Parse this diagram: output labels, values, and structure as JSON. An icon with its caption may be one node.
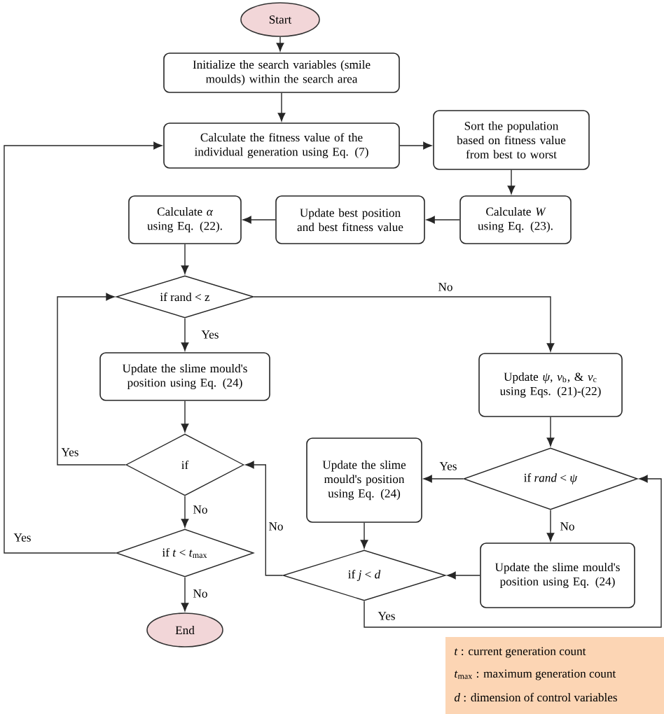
{
  "diagram": {
    "nodes": [
      {
        "text": [
          "Start"
        ]
      },
      {
        "text": [
          "Initialize the search variables (smile moulds) within the search area"
        ]
      },
      {
        "text": [
          "Calculate the fitness value of the individual generation using Eq. (7)"
        ]
      },
      {
        "text": [
          "Sort the population based on fitness value from best to worst"
        ]
      },
      {
        "text": [
          "Calculate *W* using Eq. (23)."
        ]
      },
      {
        "text": [
          "Update best position and best fitness value"
        ]
      },
      {
        "text": [
          "Calculate *α* using Eq. (22)."
        ]
      },
      {
        "text": [
          "if rand < z"
        ]
      },
      {
        "text": [
          "Update the slime mould's position using Eq. (24)"
        ]
      },
      {
        "text": [
          "if"
        ]
      },
      {
        "text": [
          "if *t* < *t*$_{max}$"
        ]
      },
      {
        "text": [
          "End"
        ]
      },
      {
        "text": [
          "Update *ψ*, *v*$_{b}$, & *v*$_{c}$ using Eqs. (21)-(22)"
        ]
      },
      {
        "text": [
          "if *rand* < *ψ*"
        ]
      },
      {
        "text": [
          "Update the slime mould's position using Eq. (24)"
        ]
      },
      {
        "text": [
          "if *j* < *d*"
        ]
      },
      {
        "text": [
          "Update the slime mould's position using Eq. (24)"
        ]
      }
    ],
    "edges": [
      {
        "from": 0,
        "to": 1,
        "arrow": "to"
      },
      {
        "from": 1,
        "to": 2,
        "arrow": "to"
      },
      {
        "from": 2,
        "to": 3,
        "arrow": "to"
      },
      {
        "from": 3,
        "to": 4,
        "arrow": "to"
      },
      {
        "from": 4,
        "to": 5,
        "arrow": "to"
      },
      {
        "from": 5,
        "to": 6,
        "arrow": "to"
      },
      {
        "from": 6,
        "to": 7,
        "arrow": "to"
      },
      {
        "from": 7,
        "to": 8,
        "arrow": "to",
        "label": "Yes"
      },
      {
        "from": 7,
        "to": 12,
        "arrow": "to",
        "label": "No"
      },
      {
        "from": 8,
        "to": 9,
        "arrow": "to"
      },
      {
        "from": 9,
        "to": 7,
        "arrow": "to",
        "label": "Yes"
      },
      {
        "from": 9,
        "to": 10,
        "arrow": "to",
        "label": "No"
      },
      {
        "from": 10,
        "to": 2,
        "arrow": "to",
        "label": "Yes"
      },
      {
        "from": 10,
        "to": 11,
        "arrow": "to",
        "label": "No"
      },
      {
        "from": 12,
        "to": 13,
        "arrow": "to"
      },
      {
        "from": 13,
        "to": 14,
        "arrow": "to",
        "label": "Yes"
      },
      {
        "from": 13,
        "to": 16,
        "arrow": "to",
        "label": "No"
      },
      {
        "from": 14,
        "to": 15,
        "arrow": "to"
      },
      {
        "from": 16,
        "to": 15,
        "arrow": "to"
      },
      {
        "from": 15,
        "to": 9,
        "arrow": "to",
        "label": "No"
      },
      {
        "from": 15,
        "to": 13,
        "arrow": "to",
        "label": "Yes"
      }
    ],
    "labels": [
      "*t* : current generation count",
      "*t*$_{max}$ : maximum generation count",
      "*d* : dimension of control variables"
    ]
  }
}
